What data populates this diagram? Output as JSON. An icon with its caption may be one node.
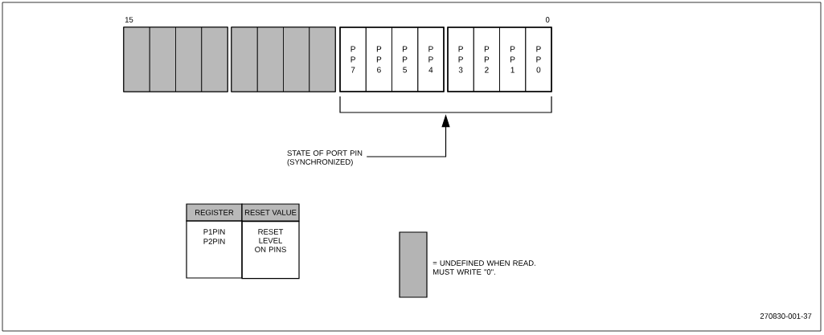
{
  "diagram": {
    "nodes": [
      {
        "text": [],
        "shape": "box"
      },
      {
        "text": [],
        "shape": "box",
        "in": 0
      },
      {
        "text": [],
        "shape": "box",
        "in": 0
      },
      {
        "text": [],
        "shape": "box",
        "in": 0
      },
      {
        "text": [],
        "shape": "box",
        "in": 0
      },
      {
        "text": [],
        "shape": "box"
      },
      {
        "text": [],
        "shape": "box",
        "in": 5
      },
      {
        "text": [],
        "shape": "box",
        "in": 5
      },
      {
        "text": [],
        "shape": "box",
        "in": 5
      },
      {
        "text": [],
        "shape": "box",
        "in": 5
      },
      {
        "text": [],
        "shape": "box"
      },
      {
        "text": [
          "P P 7"
        ],
        "in": 10
      },
      {
        "text": [
          "P P 6"
        ],
        "in": 10
      },
      {
        "text": [
          "P P 5"
        ],
        "in": 10
      },
      {
        "text": [
          "P P 4"
        ],
        "in": 10
      },
      {
        "text": [],
        "shape": "box"
      },
      {
        "text": [
          "P P 3"
        ],
        "in": 15
      },
      {
        "text": [
          "P P 2"
        ],
        "in": 15
      },
      {
        "text": [
          "P P 1"
        ],
        "in": 15
      },
      {
        "text": [
          "P P 0"
        ],
        "in": 15
      },
      {
        "text": [],
        "shape": "bracket"
      },
      {
        "text": [
          "STATE OF PORT PIN (SYNCHRONIZED)"
        ]
      }
    ],
    "edges": [
      {
        "from": 21,
        "to": 20,
        "arrow": "to"
      }
    ],
    "labels": [
      "15",
      "0",
      "REGISTER",
      "RESET VALUE",
      "P1PIN",
      "P2PIN",
      "RESET LEVEL ON PINS",
      "270830-001-37"
    ],
    "legend": [
      {
        "text": "= UNDEFINED WHEN READ. MUST WRITE \"0\".",
        "color": "#b4b4b4"
      }
    ]
  }
}
